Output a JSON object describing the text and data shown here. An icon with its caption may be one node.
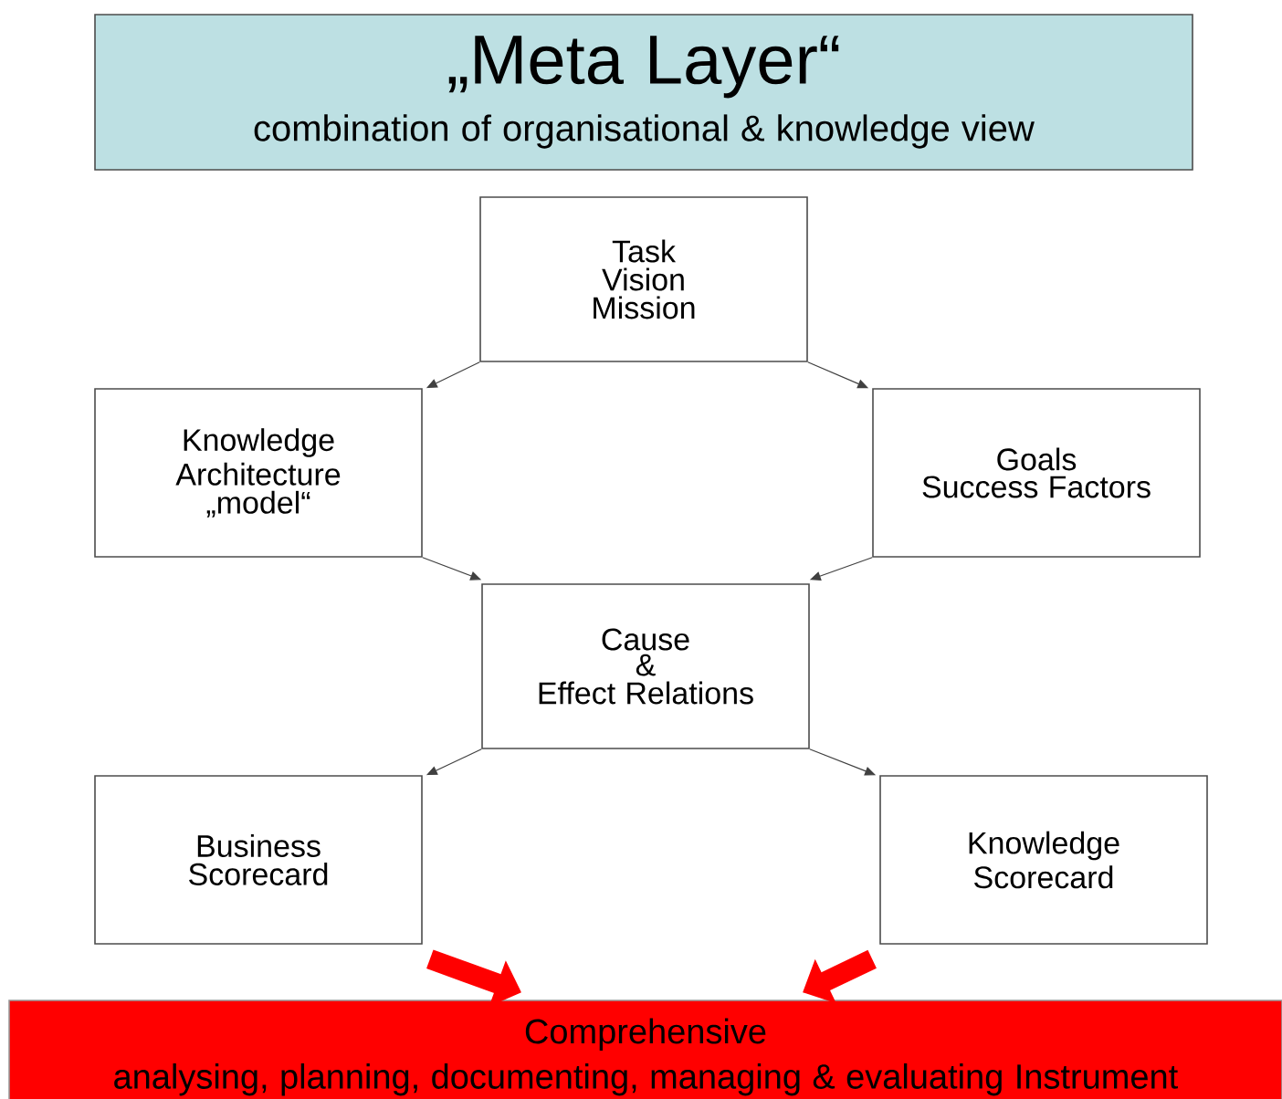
{
  "diagram": {
    "nodes": [
      {
        "text": [
          "„Meta Layer“",
          "combination of organisational & knowledge view"
        ]
      },
      {
        "text": [
          "Task",
          "Vision",
          "Mission"
        ]
      },
      {
        "text": [
          "Knowledge",
          "Architecture",
          "„model“"
        ]
      },
      {
        "text": [
          "Goals",
          "Success Factors"
        ]
      },
      {
        "text": [
          "Cause",
          "&",
          "Effect Relations"
        ]
      },
      {
        "text": [
          "Business",
          "Scorecard"
        ]
      },
      {
        "text": [
          "Knowledge",
          "Scorecard"
        ]
      },
      {
        "text": [
          "Comprehensive",
          "analysing, planning, documenting, managing & evaluating Instrument"
        ]
      }
    ],
    "edges": [
      {
        "from": 1,
        "to": 2,
        "arrow": "to"
      },
      {
        "from": 1,
        "to": 3,
        "arrow": "to"
      },
      {
        "from": 2,
        "to": 4,
        "arrow": "to"
      },
      {
        "from": 3,
        "to": 4,
        "arrow": "to"
      },
      {
        "from": 4,
        "to": 5,
        "arrow": "to"
      },
      {
        "from": 4,
        "to": 6,
        "arrow": "to"
      },
      {
        "from": 5,
        "to": 7,
        "arrow": "to",
        "style": "thick",
        "color": "#ff0000"
      },
      {
        "from": 6,
        "to": 7,
        "arrow": "to",
        "style": "thick",
        "color": "#ff0000"
      }
    ]
  }
}
